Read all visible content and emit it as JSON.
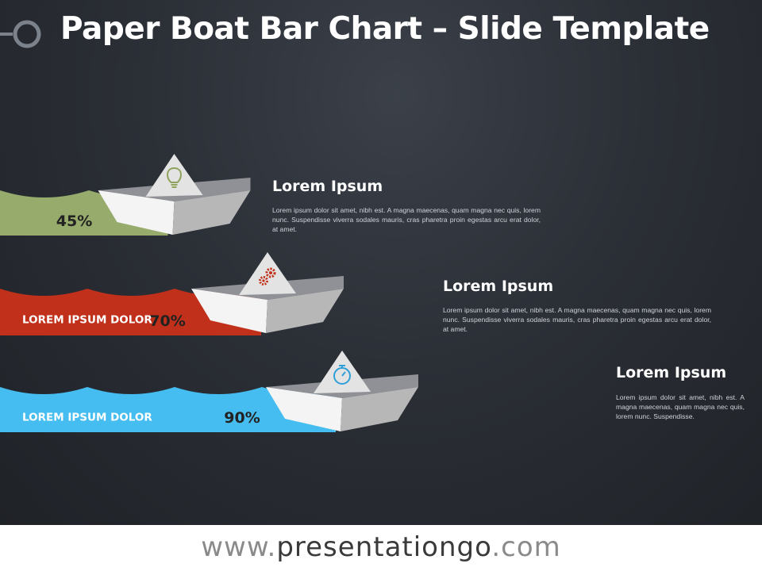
{
  "title": "Paper Boat Bar Chart – Slide Template",
  "footer": {
    "prefix": "www.",
    "brand": "presentationgo",
    "suffix": ".com"
  },
  "colors": {
    "background": "#2b2f36",
    "green": "#97ab6c",
    "red": "#c0301a",
    "blue": "#46bdf0",
    "boat": "#d8d8d8"
  },
  "chart_data": {
    "type": "bar",
    "orientation": "horizontal",
    "xlim": [
      0,
      100
    ],
    "series": [
      {
        "value_label": "45%",
        "value": 45,
        "category_label": "",
        "color": "#97ab6c",
        "icon": "lightbulb-icon",
        "heading": "Lorem Ipsum",
        "text": "Lorem ipsum dolor sit amet, nibh est. A magna maecenas, quam magna nec quis, lorem nunc. Suspendisse viverra sodales mauris, cras pharetra proin egestas arcu erat dolor, at amet."
      },
      {
        "value_label": "70%",
        "value": 70,
        "category_label": "LOREM IPSUM DOLOR",
        "color": "#c0301a",
        "icon": "gears-icon",
        "heading": "Lorem Ipsum",
        "text": "Lorem ipsum dolor sit amet, nibh est. A magna maecenas, quam magna nec quis, lorem nunc. Suspendisse viverra sodales mauris, cras pharetra proin egestas arcu erat dolor, at amet."
      },
      {
        "value_label": "90%",
        "value": 90,
        "category_label": "LOREM IPSUM DOLOR",
        "color": "#46bdf0",
        "icon": "stopwatch-icon",
        "heading": "Lorem Ipsum",
        "text": "Lorem ipsum dolor sit amet, nibh est. A magna maecenas, quam magna nec quis, lorem nunc. Suspendisse."
      }
    ]
  }
}
